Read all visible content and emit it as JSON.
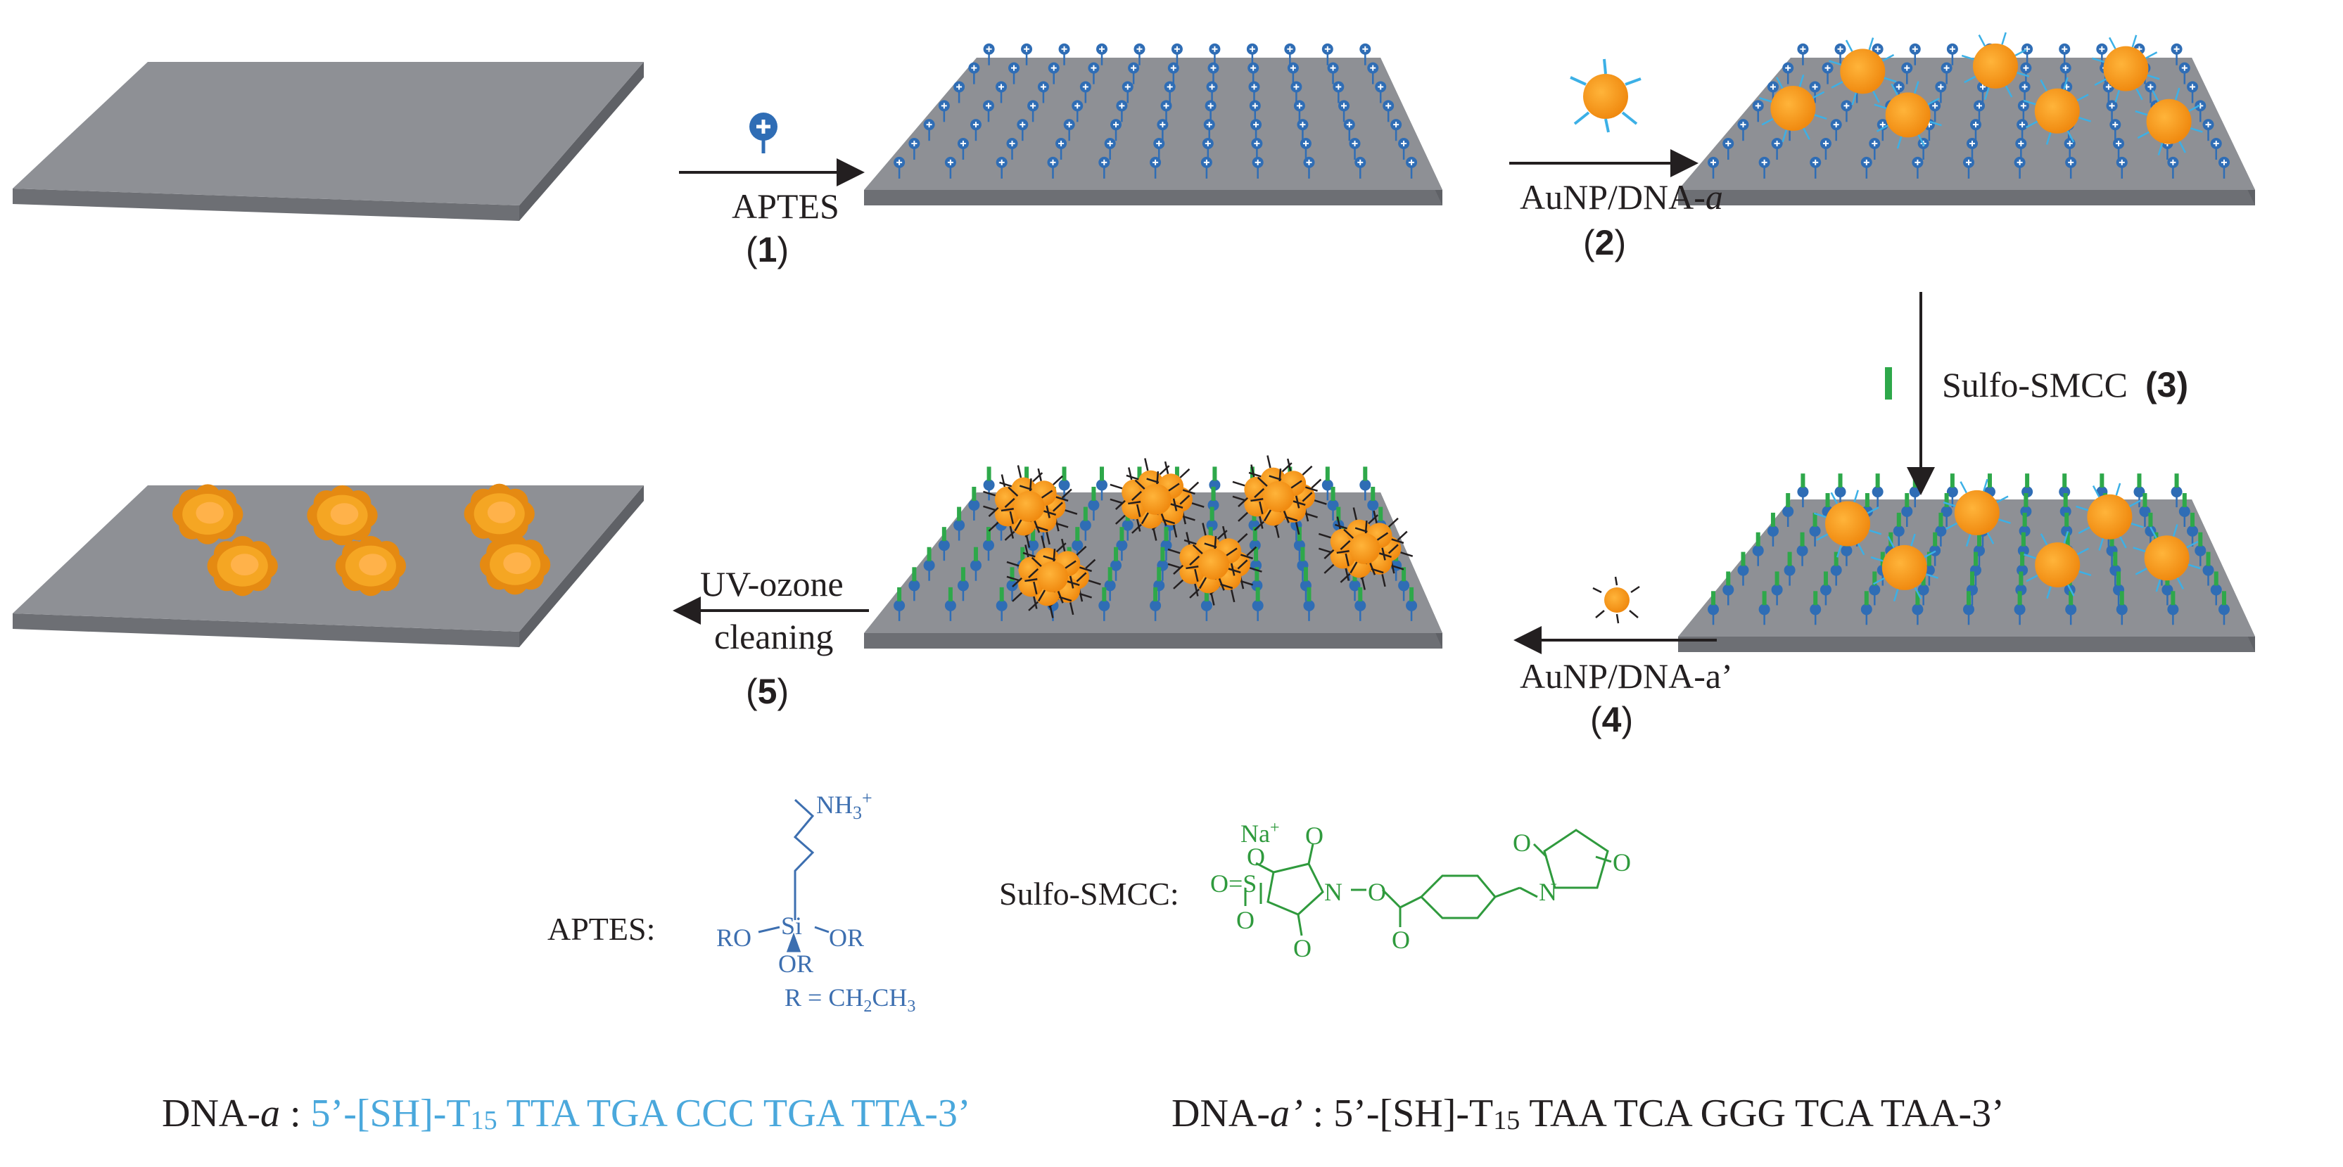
{
  "steps": {
    "s1": {
      "reagent": "APTES",
      "num": "1"
    },
    "s2": {
      "reagent_prefix": "AuNP/DNA-",
      "reagent_italic": "a",
      "num": "2"
    },
    "s3": {
      "reagent": "Sulfo-SMCC",
      "num": "3"
    },
    "s4": {
      "reagent": "AuNP/DNA-a’",
      "num": "4"
    },
    "s5": {
      "line1": "UV-ozone",
      "line2": "cleaning",
      "num": "5"
    }
  },
  "legend": {
    "aptes_label": "APTES:",
    "aptes_nh3": "NH",
    "aptes_nh3_sub": "3",
    "aptes_nh3_sup": "+",
    "aptes_ro": "RO",
    "aptes_si": "Si",
    "aptes_or1": "OR",
    "aptes_or2": "OR",
    "aptes_r_def": "R = CH",
    "aptes_r_sub1": "2",
    "aptes_r_mid": "CH",
    "aptes_r_sub2": "3",
    "smcc_label": "Sulfo-SMCC:",
    "smcc_na": "Na",
    "smcc_na_sup": "+",
    "smcc_o_minus": "O",
    "smcc_o_eq_s": "O=S",
    "smcc_o_bot": "O",
    "smcc_n1": "N",
    "smcc_o_link": "O",
    "smcc_o_top_ring": "O",
    "smcc_o_bot_ring": "O",
    "smcc_o_ester": "O",
    "smcc_n2": "N",
    "smcc_o_mal1": "O",
    "smcc_o_mal2": "O"
  },
  "sequences": {
    "a": {
      "name_prefix": "DNA-",
      "name_italic": "a",
      "sep": " : ",
      "seq_pre": "5’-[SH]-T",
      "seq_sub": "15",
      "seq_post": " TTA TGA CCC TGA TTA-3’"
    },
    "a_prime": {
      "name_prefix": "DNA-",
      "name_italic": "a’",
      "sep": " : ",
      "seq_pre": "5’-[SH]-T",
      "seq_sub": "15",
      "seq_post": " TAA TCA GGG TCA TAA-3’"
    }
  },
  "colors": {
    "substrate_top": "#8e9095",
    "substrate_front": "#6d6f74",
    "aptes_blue": "#2f6db5",
    "smcc_green": "#2ea84a",
    "gold": "#f5a623",
    "gold_dark": "#e58a12",
    "dna_cyan": "#3cb0e6",
    "text": "#231f20"
  }
}
